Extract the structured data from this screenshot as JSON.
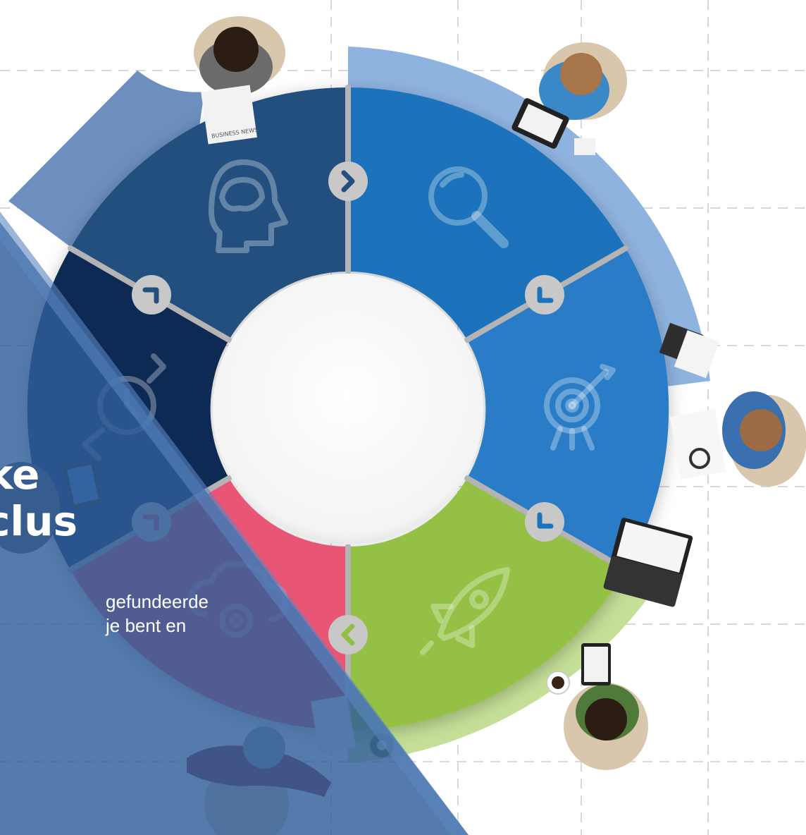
{
  "headline": {
    "line1": "ke",
    "line2": "clus"
  },
  "body": {
    "line1": "gefundeerde",
    "line2": "je bent en"
  },
  "cycle_segments": [
    {
      "name": "brain",
      "icon": "brain-head-icon",
      "color": "#234f7e",
      "connector": "chevron-right-icon"
    },
    {
      "name": "research",
      "icon": "magnifier-icon",
      "color": "#1b73bb",
      "connector": "chevron-down-left-icon"
    },
    {
      "name": "target",
      "icon": "target-icon",
      "color": "#2a7cc6",
      "connector": "chevron-down-left-icon"
    },
    {
      "name": "launch",
      "icon": "rocket-icon",
      "color": "#93c044",
      "connector": "chevron-left-icon"
    },
    {
      "name": "cloud",
      "icon": "cloud-gear-icon",
      "color": "#e95674",
      "connector": "chevron-up-right-icon"
    },
    {
      "name": "time",
      "icon": "stopwatch-icon",
      "color": "#0f2a55",
      "connector": "chevron-up-right-icon"
    }
  ],
  "newspaper_text": "BUSINESS NEWS",
  "colors": {
    "navy": "#173a68",
    "blue": "#1b73bb",
    "light_blue_band": "#8fb3df",
    "green": "#93c044",
    "light_green_band": "#c5df97",
    "pink": "#e95674",
    "overlay_blue": "#2f5e9a"
  }
}
